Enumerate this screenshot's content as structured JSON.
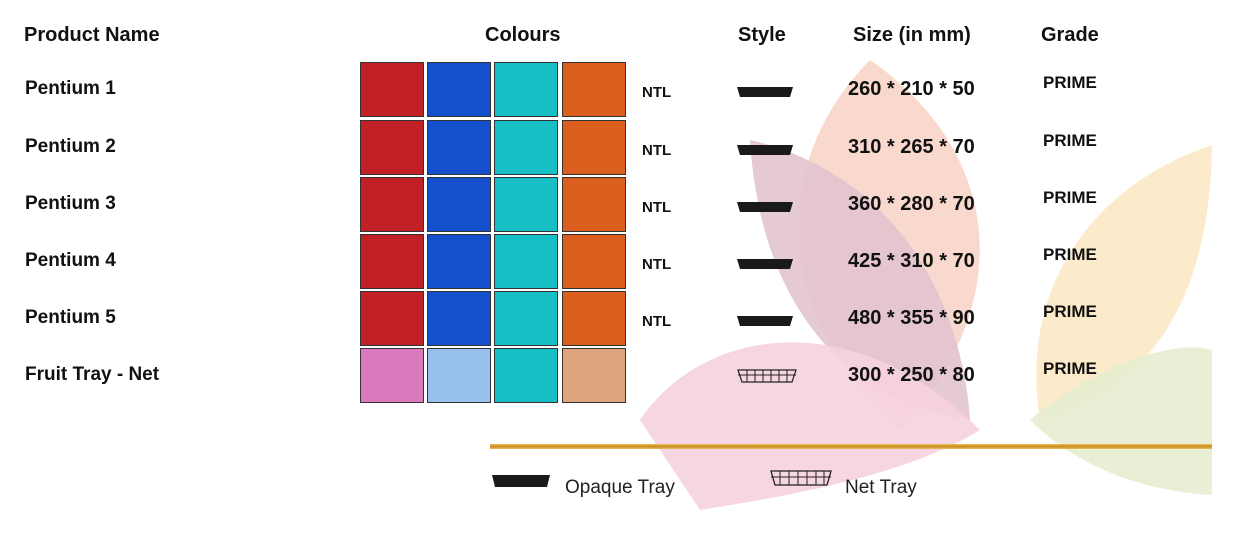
{
  "headers": {
    "product_name": "Product Name",
    "colours": "Colours",
    "style": "Style",
    "size": "Size (in mm)",
    "grade": "Grade"
  },
  "rows": [
    {
      "name": "Pentium 1",
      "colours": [
        "#c12026",
        "#1450cc",
        "#16bfc6",
        "#da5f1e"
      ],
      "tag": "NTL",
      "style": "opaque",
      "size": "260 * 210 * 50",
      "grade": "PRIME"
    },
    {
      "name": "Pentium 2",
      "colours": [
        "#c12026",
        "#1450cc",
        "#16bfc6",
        "#da5f1e"
      ],
      "tag": "NTL",
      "style": "opaque",
      "size": "310 * 265 * 70",
      "grade": "PRIME"
    },
    {
      "name": "Pentium 3",
      "colours": [
        "#c12026",
        "#1450cc",
        "#16bfc6",
        "#da5f1e"
      ],
      "tag": "NTL",
      "style": "opaque",
      "size": "360 * 280 * 70",
      "grade": "PRIME"
    },
    {
      "name": "Pentium 4",
      "colours": [
        "#c12026",
        "#1450cc",
        "#16bfc6",
        "#da5f1e"
      ],
      "tag": "NTL",
      "style": "opaque",
      "size": "425 * 310 * 70",
      "grade": "PRIME"
    },
    {
      "name": "Pentium 5",
      "colours": [
        "#c12026",
        "#1450cc",
        "#16bfc6",
        "#da5f1e"
      ],
      "tag": "NTL",
      "style": "opaque",
      "size": "480 * 355 * 90",
      "grade": "PRIME"
    },
    {
      "name": "Fruit Tray - Net",
      "colours": [
        "#da7abd",
        "#97c0ee",
        "#16bfc6",
        "#dea47e"
      ],
      "style": "net",
      "size": "300 * 250 * 80",
      "grade": "PRIME"
    }
  ],
  "legend": {
    "opaque": "Opaque Tray",
    "net": "Net Tray"
  }
}
